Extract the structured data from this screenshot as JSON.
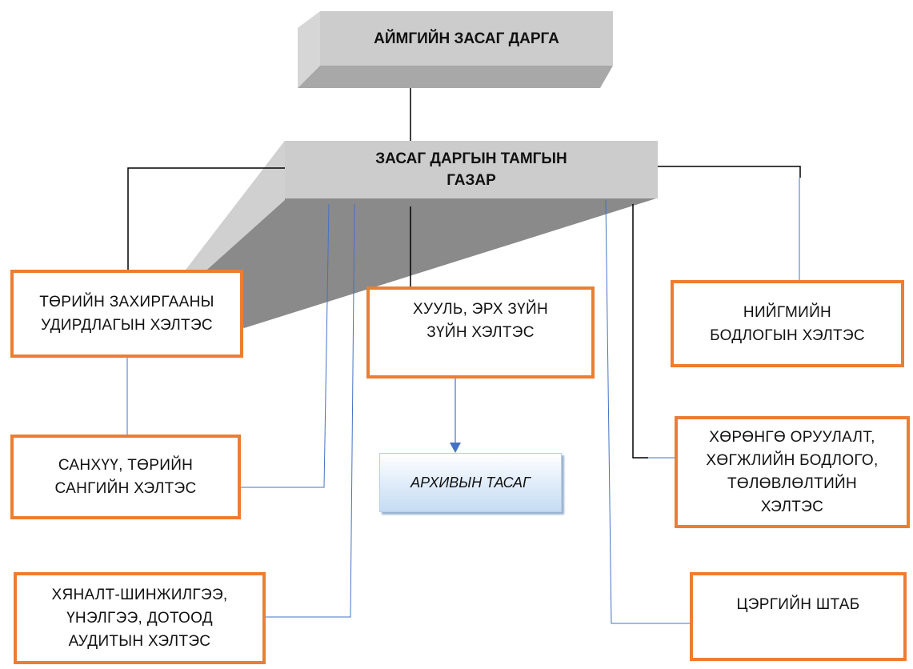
{
  "diagram": {
    "top": {
      "label": "АЙМГИЙН ЗАСАГ ДАРГА"
    },
    "office": {
      "label": "ЗАСАГ ДАРГЫН ТАМГЫН\nГАЗАР"
    },
    "departments": {
      "public_admin": "ТӨРИЙН ЗАХИРГААНЫ\nУДИРДЛАГЫН ХЭЛТЭС",
      "finance": "САНХҮҮ, ТӨРИЙН\nСАНГИЙН ХЭЛТЭС",
      "monitoring": "ХЯНАЛТ-ШИНЖИЛГЭЭ,\nҮНЭЛГЭЭ, ДОТООД\nАУДИТЫН ХЭЛТЭС",
      "legal": "ХУУЛЬ, ЭРХ ЗҮЙН\nЗҮЙН ХЭЛТЭС",
      "social_policy": "НИЙГМИЙН\nБОДЛОГЫН ХЭЛТЭС",
      "investment": "ХӨРӨНГӨ ОРУУЛАЛТ,\nХӨГЖЛИЙН БОДЛОГО,\nТӨЛӨВЛӨЛТИЙН\nХЭЛТЭС",
      "military_staff": "ЦЭРГИЙН ШТАБ"
    },
    "archive": {
      "label": "АРХИВЫН ТАСАГ"
    }
  },
  "colors": {
    "box_border": "#ed7d31",
    "gray_box": "#cccccc",
    "connector_black": "#000000",
    "connector_blue": "#4472c4"
  }
}
